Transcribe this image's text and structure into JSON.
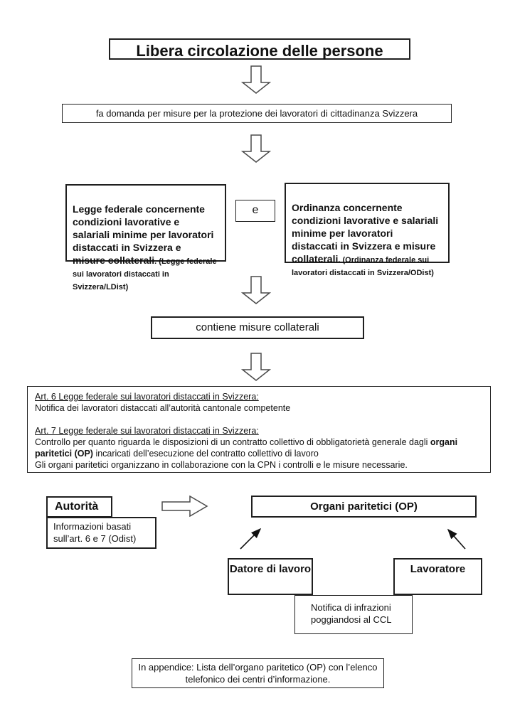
{
  "page": {
    "title": "Libera circolazione delle persone"
  },
  "flow": {
    "demand": "fa domanda per misure per la protezione dei lavoratori di cittadinanza Svizzera",
    "law_left": {
      "main": "Legge federale concernente\ncondizioni lavorative e\nsalariali minime per lavoratori\ndistaccati in Svizzera e\nmisure collaterali",
      "ref": ". (Legge federale sui lavoratori distaccati in Svizzera/LDist)"
    },
    "connector": "e",
    "law_right": {
      "main": "Ordinanza concernente\ncondizioni lavorative e salariali\nminime per lavoratori\ndistaccati in Svizzera e misure\ncollaterali",
      "ref": ". (Ordinanza federale sui lavoratori distaccati in Svizzera/ODist)"
    },
    "contains": "contiene misure collaterali",
    "articles": {
      "art6_heading": "Art. 6 Legge federale sui lavoratori distaccati in Svizzera:",
      "art6_body": "Notifica dei lavoratori distaccati all’autorità cantonale competente",
      "art7_heading": "Art. 7 Legge federale sui lavoratori distaccati in Svizzera:",
      "art7_body_1": "Controllo per quanto riguarda le disposizioni di un contratto collettivo di obbligatorietà generale dagli ",
      "art7_bold": "organi paritetici (OP)",
      "art7_body_2": " incaricati dell’esecuzione del contratto collettivo di lavoro",
      "art7_body_3": "Gli organi paritetici organizzano in collaborazione con la CPN i controlli e le misure necessarie."
    }
  },
  "actors": {
    "authority": "Autorità",
    "authority_info": "Informazioni basati sull’art. 6 e 7 (Odist)",
    "joint_bodies": "Organi paritetici (OP)",
    "employer": "Datore di lavoro",
    "employee": "Lavoratore",
    "notification": "Notifica di infrazioni poggiandosi al CCL",
    "appendix": "In appendice: Lista dell’organo paritetico (OP) con l’elenco telefonico dei centri d’informazione."
  },
  "colors": {
    "background": "#ffffff",
    "border": "#1f1f1f",
    "text": "#111111",
    "arrow_outline": "#4a4a4a"
  }
}
